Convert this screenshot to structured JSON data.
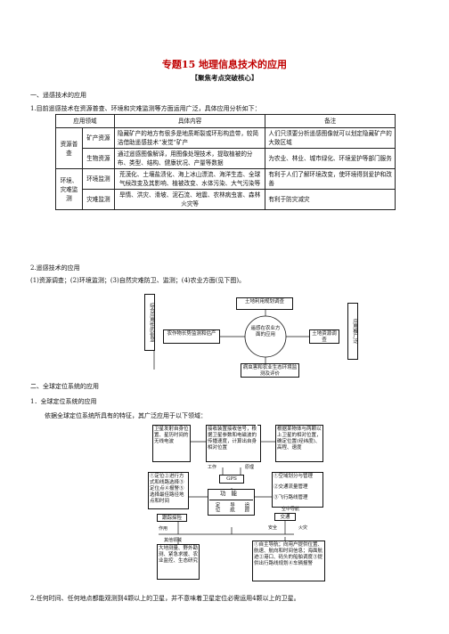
{
  "doc": {
    "title": "专题15 地理信息技术的应用",
    "subtitle": "【聚焦考点突破核心】",
    "sec1": "一、遥感技术的应用",
    "p1": "1.目前遥感技术在资源普查、环境和灾难监测等方面运用广泛，具体应用分析如下：",
    "table": {
      "headers": [
        "应用领域",
        "具体内容",
        "备注"
      ],
      "group1": "资源普查",
      "group2": "环境、灾难监测",
      "rows": [
        {
          "sub": "矿产资源",
          "content": "隐藏矿产的地方有很多是地质断裂或环形构造带，较简洁借助遥感技术“发觉”矿产",
          "note": "人们只须要分析遥感图像就可以划定隐藏矿产的大致区域"
        },
        {
          "sub": "生物资源",
          "content": "通过遥感图像解译，用图像处理技术，提取植被的分布、类型、结构、健康状况、产量等数据",
          "note": "为农业、林业、城市绿化、环境爱护等部门服务"
        },
        {
          "sub": "环境监测",
          "content": "荒漠化、土壤盐渍化、海上冰山漂流、海洋生态、全球气候改变及其影响、植被改变、水体污染、大气污染等",
          "note": "有利于人们了解环境改变，使环境得到爱护和改善"
        },
        {
          "sub": "灾难监测",
          "content": "旱情、洪灾、滑坡、泥石流、地震、农林病虫害、森林火灾等",
          "note": "有利于防灾减灾"
        }
      ]
    },
    "p2": "2.遥感技术的应用",
    "p3": "(1)资源调查；(2)环境监测；(3)自然灾难防卫、监测；(4)农业方面(见下图)。",
    "diagram1": {
      "left": "综合应用性的侧显",
      "top": "土地利用规划调查",
      "mid_left": "农作物长势监测和估产",
      "center": "遥感在农业方面的应用",
      "mid_right": "土地资源调查",
      "bottom": "病虫害和农业生态环境监测及评价",
      "right": "应用推广泛"
    },
    "sec2": "二、全球定位系统的应用",
    "p4": "1．全球定位系统的应用",
    "p5": "依据全球定位系统所具有的特征，其广泛应用于以下领域：",
    "diagram2": {
      "b1": "卫星发射自身位置、星历时间的无线电波",
      "b2": "接收装置接收信号，根据卫星参数和电磁波的传播速度，计算出自身相对位置",
      "b3": "根据某物体与两颗以上卫星的相对位置，确定位置(经纬度)、高程、速度",
      "work": "工作",
      "principle": "原理",
      "gps": "GPS",
      "left_box": "①定位②进行方式和线路选择③定位点④报警⑤选择最佳路径地点和时间",
      "func": "功能",
      "f1": "定位",
      "f2": "导航",
      "f3": "追踪",
      "r1": "①空域划分与管理",
      "r2": "②交通流量管理",
      "r3": "③飞行路线管理",
      "transport": "交通",
      "act": "作用",
      "track_lbl": "跟踪探险",
      "other": "其他领域",
      "left_bottom": "大地测量、野外勘测、紧急求援、农业监控、生态研究",
      "safety": "安全",
      "disaster": "火灾",
      "aviation": "空中导航",
      "right_bottom": "①自主导航；向用户提供位置、航速、航向和时间信息；海面航迹②港口、码头的船舶调度③提供出行路线规划④车辆报警"
    },
    "p6": "2.任何时间、任何地点都能观测到4颗以上的卫星，并不意味着卫星定位必需运用4颗以上的卫星。"
  }
}
